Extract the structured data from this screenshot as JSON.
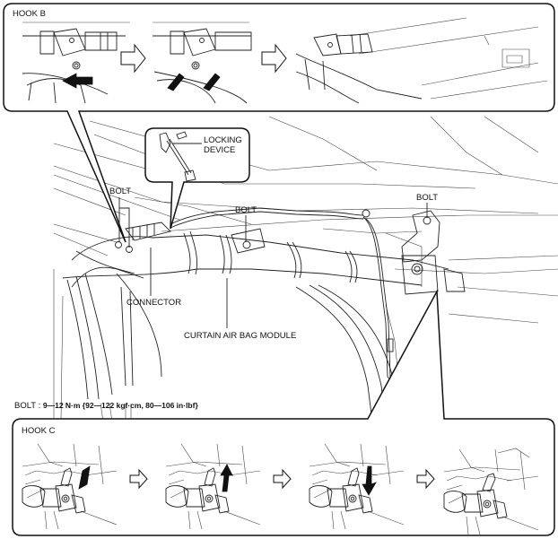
{
  "diagram": {
    "hook_b": {
      "title": "HOOK B",
      "steps": 3
    },
    "hook_c": {
      "title": "HOOK C",
      "steps": 4
    },
    "labels": {
      "locking_device_line1": "LOCKING",
      "locking_device_line2": "DEVICE",
      "bolt_left": "BOLT",
      "bolt_center": "BOLT",
      "bolt_right": "BOLT",
      "connector": "CONNECTOR",
      "curtain_air_bag_module": "CURTAIN AIR BAG MODULE"
    },
    "torque_spec": {
      "prefix": "BOLT : ",
      "value": "9—12 N·m {92—122 kgf·cm, 80—106 in·lbf}"
    }
  }
}
